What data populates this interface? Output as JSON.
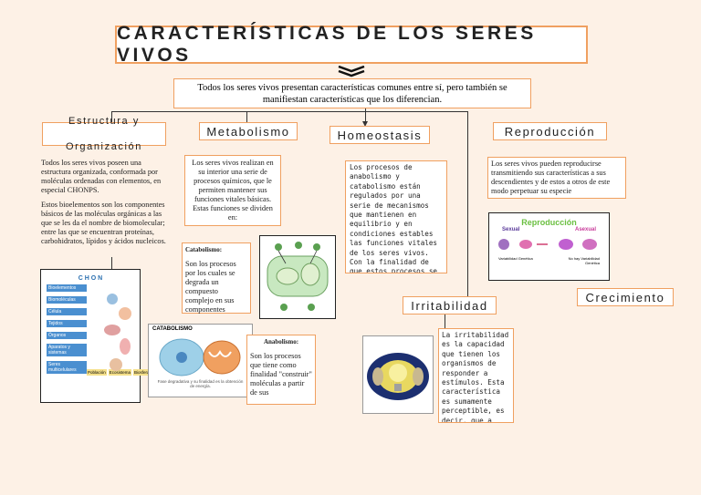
{
  "title": "CARACTERÍSTICAS DE LOS SERES VIVOS",
  "intro": "Todos los seres vivos presentan características comunes entre sí, pero también se manifiestan características que los diferencian.",
  "headers": {
    "estructura": "Estructura y Organización",
    "metabolismo": "Metabolismo",
    "homeostasis": "Homeostasis",
    "reproduccion": "Reproducción",
    "irritabilidad": "Irritabilidad",
    "crecimiento": "Crecimiento"
  },
  "estructura": {
    "p1": "Todos los seres vivos poseen una estructura organizada, conformada por moléculas ordenadas con elementos, en especial CHONPS.",
    "p2": "Estos bioelementos son los componentes básicos de las moléculas orgánicas a las que se les da el nombre de biomolecular; entre las que se encuentran proteínas, carbohidratos, lípidos y ácidos nucleicos."
  },
  "metabolismo": {
    "text": "Los seres vivos realizan en su interior una serie de procesos químicos, que le permiten mantener sus funciones vitales básicas. Estas funciones se dividen en:",
    "catabolismo_title": "Catabolismo:",
    "catabolismo_text": "Son los procesos por los cuales se degrada un compuesto complejo en sus componentes",
    "anabolismo_title": "Anabolismo:",
    "anabolismo_text": "Son los procesos que tiene como finalidad \"construir\" moléculas a partir de sus",
    "catabolismo_img_title": "CATABOLISMO",
    "catabolismo_img_caption": "Fase degradativa y su finalidad es la obtención de energía."
  },
  "homeostasis": {
    "text": "Los procesos de anabolismo y catabolismo están regulados por una serie de mecanismos que mantienen en equilibrio y en condiciones estables las funciones vitales de los seres vivos. Con la finalidad de que estos procesos se den de una manera"
  },
  "reproduccion": {
    "text": "Los seres vivos pueden reproducirse transmitiendo sus características a sus descendientes y de estos a otros de este modo perpetuar su especie",
    "img_title": "Reproducción",
    "img_left": "Sexual",
    "img_right": "Asexual",
    "img_left_caption": "Variabilidad Genética",
    "img_right_caption": "No hay Variabilidad Genética"
  },
  "irritabilidad": {
    "text": "La irritabilidad es la capacidad que tienen los organismos de responder a estímulos. Esta característica es sumamente perceptible, es decir, que a simple"
  },
  "organization_chart": {
    "top": "C H O N",
    "rows": [
      "Bioelementos",
      "Biomoléculas",
      "Célula",
      "Tejidos",
      "Órganos",
      "Aparatos y sistemas",
      "Seres multicelulares"
    ],
    "bottom": [
      "Población",
      "Ecosistema",
      "Biosfera"
    ]
  },
  "colors": {
    "accent": "#f0a060",
    "background": "#fdf1e6"
  }
}
